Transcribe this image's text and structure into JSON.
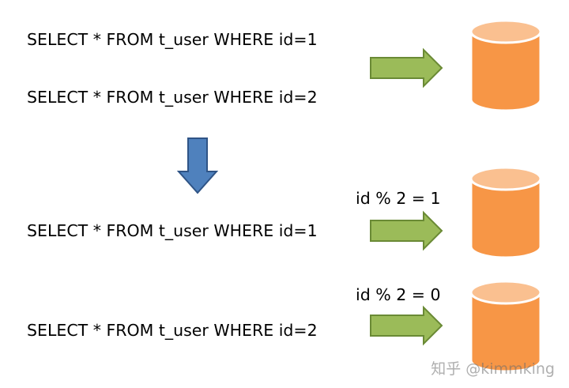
{
  "queries": {
    "top": [
      "SELECT * FROM t_user WHERE id=1",
      "SELECT * FROM t_user WHERE id=2"
    ],
    "bottom": [
      "SELECT * FROM t_user WHERE id=1",
      "SELECT * FROM t_user WHERE id=2"
    ]
  },
  "conditions": [
    "id % 2 = 1",
    "id % 2 = 0"
  ],
  "watermark": "知乎 @kimmking",
  "colors": {
    "green_arrow": "#9bbb59",
    "green_arrow_border": "#6a8a35",
    "blue_arrow": "#4f81bd",
    "blue_arrow_border": "#2f5486",
    "database_body": "#f79646",
    "database_top": "#fac090",
    "database_border": "#ffffff"
  }
}
